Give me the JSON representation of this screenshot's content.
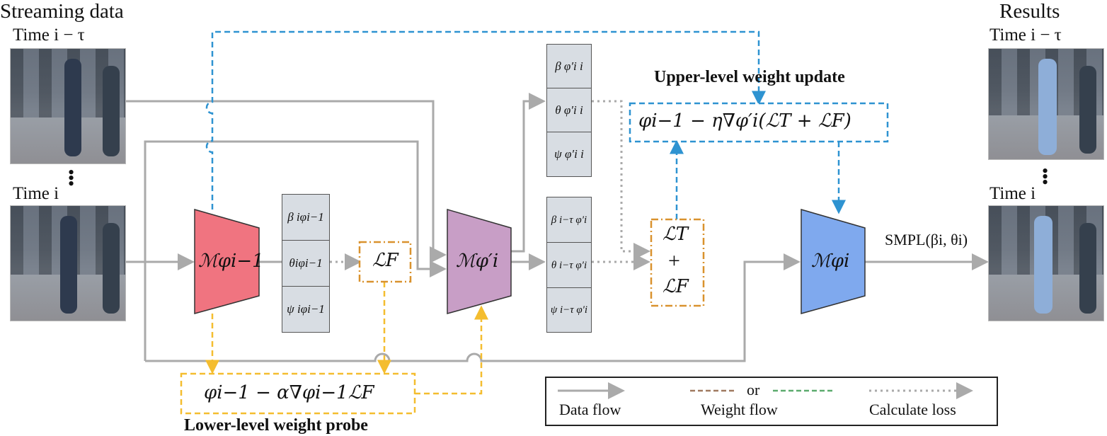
{
  "headers": {
    "streaming_data": "Streaming data",
    "results": "Results"
  },
  "time_labels": {
    "left_top": "Time i − τ",
    "left_bottom": "Time i",
    "right_top": "Time i − τ",
    "right_bottom": "Time i"
  },
  "models": {
    "m1": "ℳφi−1",
    "m2": "ℳφ′i",
    "m3": "ℳφi"
  },
  "stack1": [
    "β iφi−1",
    "θiφi−1",
    "ψ iφi−1"
  ],
  "stack2": [
    "β φ′i i",
    "θ φ′i i",
    "ψ φ′i i"
  ],
  "stack3": [
    "β i−τ φ′i",
    "θ i−τ φ′i",
    "ψ i−τ φ′i"
  ],
  "losses": {
    "lf": "ℒF",
    "lt_top": "ℒT",
    "plus": "+",
    "lf_bottom": "ℒF"
  },
  "upper": {
    "title": "Upper-level weight update",
    "equation": "φi−1 − η∇φ′i(ℒT + ℒF)"
  },
  "lower": {
    "title": "Lower-level weight probe",
    "equation": "φi−1 − α∇φi−1ℒF"
  },
  "output": "SMPL(βi, θi)",
  "legend": {
    "data_flow": "Data flow",
    "or": "or",
    "weight_flow": "Weight flow",
    "calculate_loss": "Calculate loss"
  },
  "colors": {
    "gray": "#aaaaaa",
    "blue": "#2e93d1",
    "yellow": "#f4bd2f",
    "orange": "#d9922e",
    "red_model": "#f07480",
    "purple_model": "#c89ec6",
    "blue_model": "#7fa9ee",
    "brown": "#a07a60",
    "green": "#5cab6e"
  }
}
